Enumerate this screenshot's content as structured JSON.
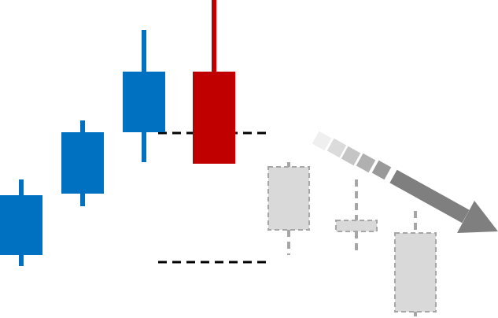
{
  "chart_data": {
    "type": "candlestick",
    "ylim": [
      0,
      404
    ],
    "candles": [
      {
        "open": 80,
        "close": 156,
        "high": 176,
        "low": 66,
        "kind": "actual"
      },
      {
        "open": 158,
        "close": 236,
        "high": 251,
        "low": 142,
        "kind": "actual"
      },
      {
        "open": 236,
        "close": 313,
        "high": 366,
        "low": 198,
        "kind": "actual"
      },
      {
        "open": 313,
        "close": 196,
        "high": 404,
        "low": 196,
        "kind": "actual"
      },
      {
        "open": 192,
        "close": 112,
        "high": 198,
        "low": 80,
        "kind": "projected"
      },
      {
        "open": 124,
        "close": 110,
        "high": 176,
        "low": 86,
        "kind": "projected"
      },
      {
        "open": 108,
        "close": 8,
        "high": 136,
        "low": 2,
        "kind": "projected"
      }
    ],
    "reference_levels": [
      235,
      71
    ],
    "trend_arrow": {
      "direction": "down"
    },
    "colors": {
      "bullish": "#0070C0",
      "bearish": "#C00000",
      "projected_fill": "#D9D9D9",
      "projected_stroke": "#A6A6A6",
      "arrow": "#7F7F7F",
      "reference_line": "#000000"
    }
  }
}
